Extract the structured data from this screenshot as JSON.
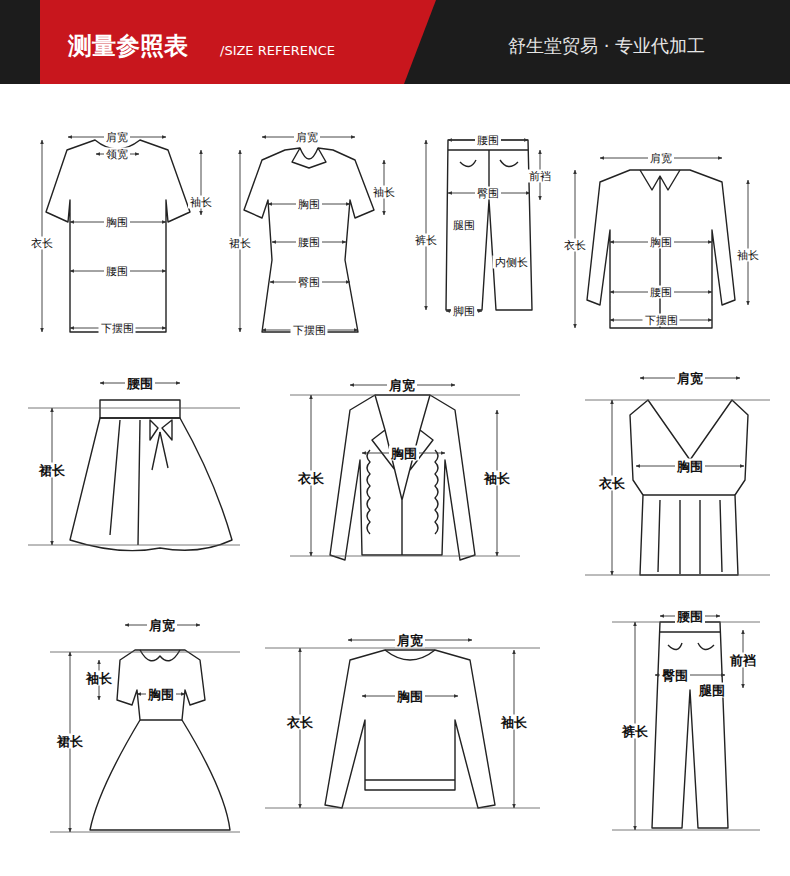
{
  "diagram": {
    "title": "测量参照表",
    "labels": [
      "/SIZE REFERENCE",
      "舒生堂贸易 · 专业代加工",
      "肩宽",
      "领宽",
      "袖长",
      "衣长",
      "胸围",
      "腰围",
      "下摆围",
      "肩宽",
      "袖长",
      "裙长",
      "胸围",
      "腰围",
      "臀围",
      "下摆围",
      "腰围",
      "前裆",
      "臀围",
      "裤长",
      "腿围",
      "内侧长",
      "脚围",
      "肩宽",
      "衣长",
      "胸围",
      "袖长",
      "腰围",
      "下摆围",
      "腰围",
      "裙长",
      "肩宽",
      "胸围",
      "衣长",
      "袖长",
      "肩宽",
      "衣长",
      "胸围",
      "肩宽",
      "袖长",
      "胸围",
      "裙长",
      "肩宽",
      "衣长",
      "胸围",
      "袖长",
      "腰围",
      "前裆",
      "臀围",
      "腿围",
      "裤长"
    ]
  }
}
